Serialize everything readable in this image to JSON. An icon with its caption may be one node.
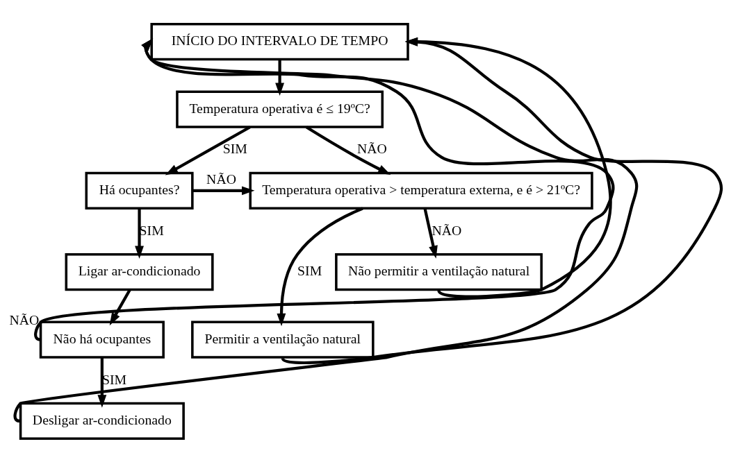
{
  "diagram": {
    "nodes": [
      {
        "text": [
          "INÍCIO DO INTERVALO DE TEMPO"
        ]
      },
      {
        "text": [
          "Temperatura operativa é ≤ 19ºC?"
        ]
      },
      {
        "text": [
          "Há ocupantes?"
        ]
      },
      {
        "text": [
          "Temperatura operativa > temperatura externa, e é > 21ºC?"
        ]
      },
      {
        "text": [
          "Ligar ar-condicionado"
        ]
      },
      {
        "text": [
          "Não há ocupantes"
        ]
      },
      {
        "text": [
          "Desligar ar-condicionado"
        ]
      },
      {
        "text": [
          "Permitir a ventilação natural"
        ]
      },
      {
        "text": [
          "Não permitir a ventilação natural"
        ]
      }
    ],
    "edges": [
      {
        "from": 0,
        "to": 1,
        "arrow": "to"
      },
      {
        "from": 1,
        "to": 2,
        "arrow": "to",
        "label": "SIM"
      },
      {
        "from": 1,
        "to": 3,
        "arrow": "to",
        "label": "NÃO"
      },
      {
        "from": 2,
        "to": 3,
        "arrow": "to",
        "label": "NÃO"
      },
      {
        "from": 2,
        "to": 4,
        "arrow": "to",
        "label": "SIM"
      },
      {
        "from": 4,
        "to": 5,
        "arrow": "to"
      },
      {
        "from": 5,
        "to": 0,
        "arrow": "to",
        "label": "NÃO"
      },
      {
        "from": 5,
        "to": 6,
        "arrow": "to",
        "label": "SIM"
      },
      {
        "from": 6,
        "to": 0,
        "arrow": "to"
      },
      {
        "from": 3,
        "to": 7,
        "arrow": "to",
        "label": "SIM"
      },
      {
        "from": 3,
        "to": 8,
        "arrow": "to",
        "label": "NÃO"
      },
      {
        "from": 7,
        "to": 0,
        "arrow": "to"
      },
      {
        "from": 8,
        "to": 0,
        "arrow": "to"
      }
    ]
  }
}
